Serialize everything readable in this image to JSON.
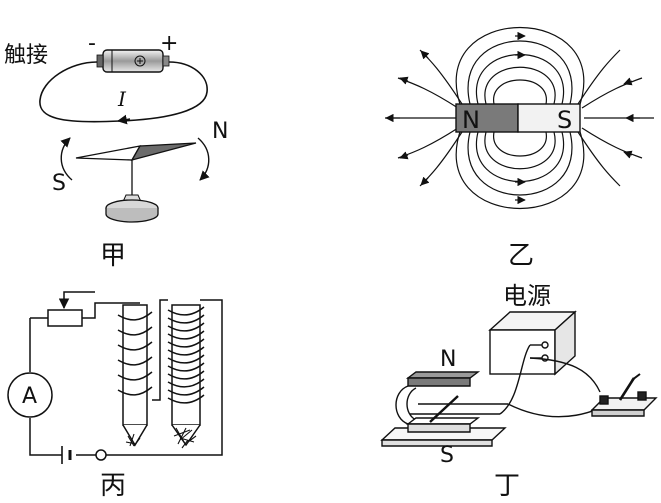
{
  "panel_jia": {
    "caption": "甲",
    "touch_label": "触接",
    "minus": "-",
    "plus": "+",
    "current": "I",
    "north": "N",
    "south": "S"
  },
  "panel_yi": {
    "caption": "乙",
    "north": "N",
    "south": "S"
  },
  "panel_bing": {
    "caption": "丙",
    "ammeter": "A"
  },
  "panel_ding": {
    "caption": "丁",
    "power_label": "电源",
    "north": "N",
    "south": "S"
  }
}
